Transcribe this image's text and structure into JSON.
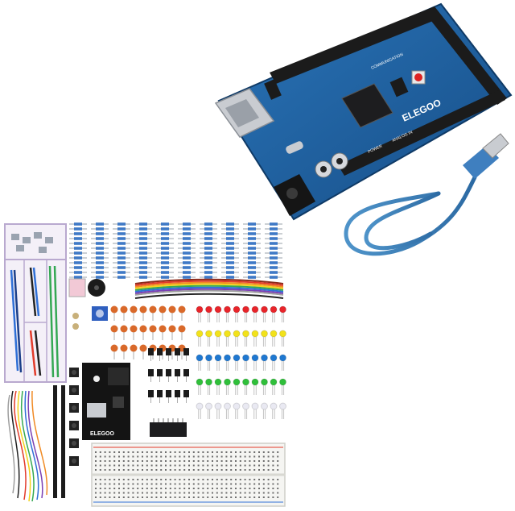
{
  "board": {
    "brand": "ELEGOO",
    "silk_top": "COMMUNICATION",
    "silk_power": "POWER",
    "silk_analog": "ANALOG IN",
    "color": "#1f5f9e"
  },
  "power_module": {
    "brand": "ELEGOO"
  },
  "led_colors": [
    "#e8242a",
    "#f2e21b",
    "#1f78d1",
    "#2fbf3a",
    "#e9e9f2"
  ],
  "wire_colors": [
    "#8b2a1a",
    "#e23b2b",
    "#f08a24",
    "#f2d21b",
    "#34a853",
    "#2f6fd6",
    "#7b3fb3",
    "#9e9e9e",
    "#ffffff",
    "#222222"
  ]
}
